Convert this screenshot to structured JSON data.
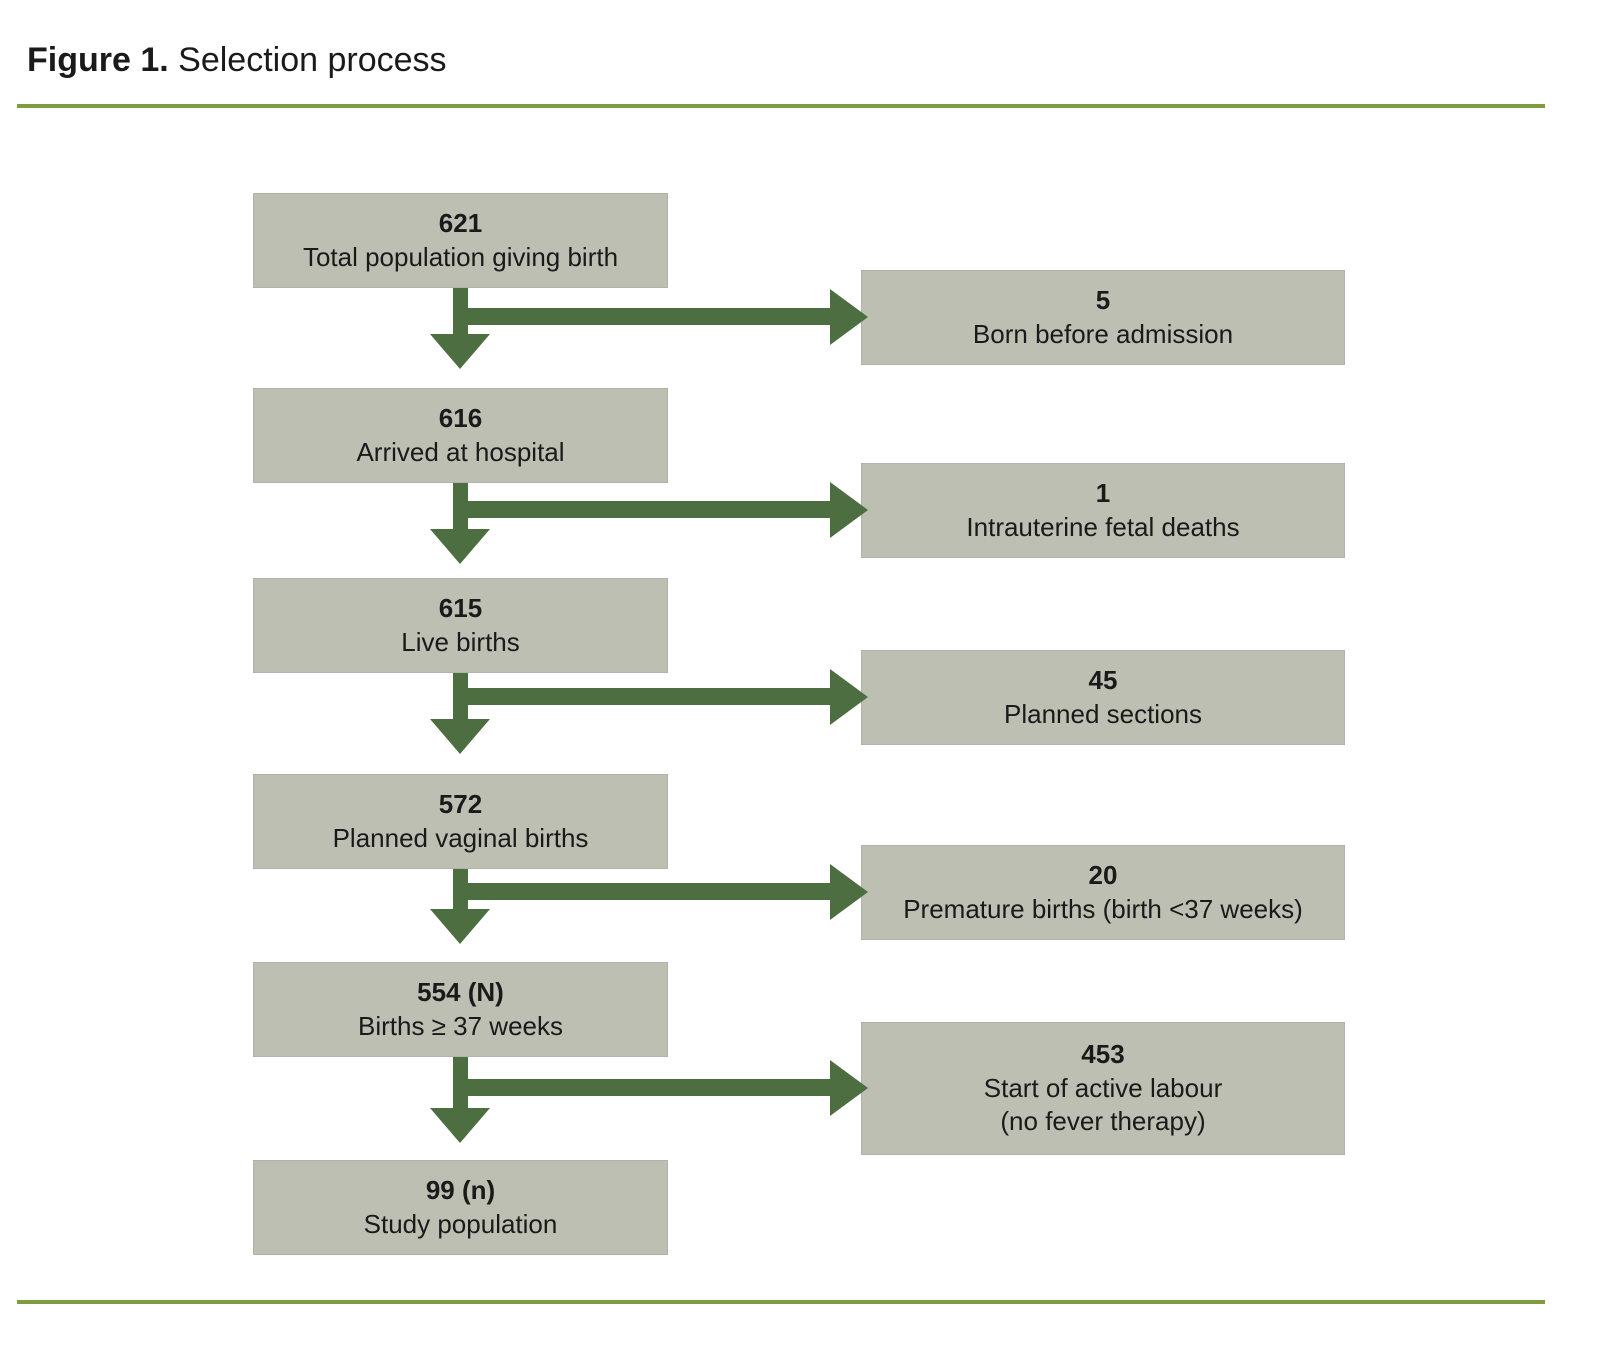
{
  "title": {
    "prefix": "Figure 1.",
    "text": " Selection process"
  },
  "colors": {
    "box_fill": "#bcbfb2",
    "box_border": "#b0b3a5",
    "arrow_green": "#4d6e40",
    "rule_olive": "#7f9b3e",
    "text": "#1a1a1a"
  },
  "flow": {
    "steps": [
      {
        "value": "621",
        "label": "Total population giving birth"
      },
      {
        "value": "616",
        "label": "Arrived at hospital"
      },
      {
        "value": "615",
        "label": "Live births"
      },
      {
        "value": "572",
        "label": "Planned vaginal births"
      },
      {
        "value": "554 (N)",
        "label": "Births ≥ 37 weeks"
      },
      {
        "value": "99 (n)",
        "label": "Study population"
      }
    ],
    "exclusions": [
      {
        "value": "5",
        "label": "Born before admission"
      },
      {
        "value": "1",
        "label": "Intrauterine fetal deaths"
      },
      {
        "value": "45",
        "label": "Planned sections"
      },
      {
        "value": "20",
        "label": "Premature births (birth <37 weeks)"
      },
      {
        "value": "453",
        "label": "Start of active labour",
        "label2": "(no fever therapy)"
      }
    ]
  }
}
